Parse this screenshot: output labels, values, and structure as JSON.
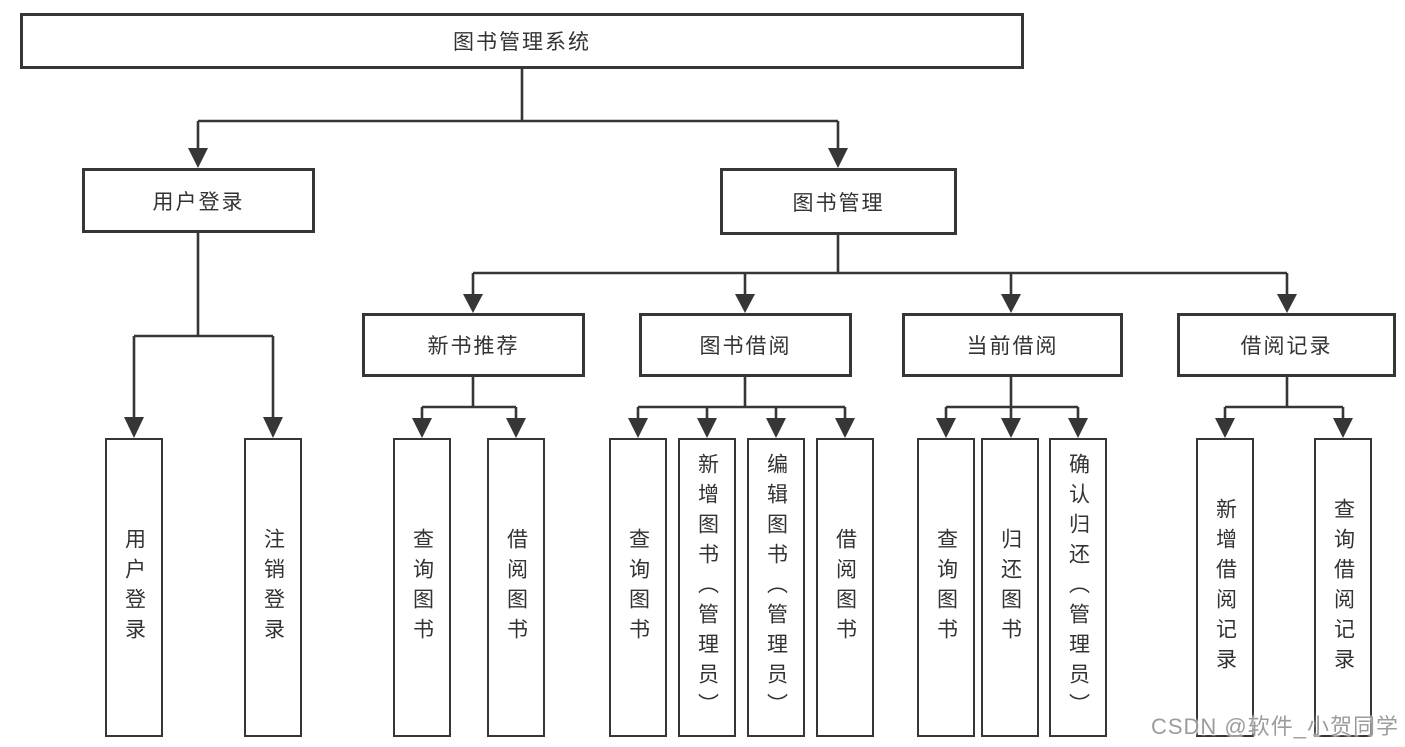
{
  "diagram": {
    "root": "图书管理系统",
    "branches": [
      {
        "label": "用户登录",
        "children": [
          {
            "label": "用户登录"
          },
          {
            "label": "注销登录"
          }
        ]
      },
      {
        "label": "图书管理",
        "children": [
          {
            "label": "新书推荐",
            "children": [
              {
                "label": "查询图书"
              },
              {
                "label": "借阅图书"
              }
            ]
          },
          {
            "label": "图书借阅",
            "children": [
              {
                "label": "查询图书"
              },
              {
                "label": "新增图书（管理员）"
              },
              {
                "label": "编辑图书（管理员）"
              },
              {
                "label": "借阅图书"
              }
            ]
          },
          {
            "label": "当前借阅",
            "children": [
              {
                "label": "查询图书"
              },
              {
                "label": "归还图书"
              },
              {
                "label": "确认归还（管理员）"
              }
            ]
          },
          {
            "label": "借阅记录",
            "children": [
              {
                "label": "新增借阅记录"
              },
              {
                "label": "查询借阅记录"
              }
            ]
          }
        ]
      }
    ]
  },
  "watermark": {
    "text": "CSDN @软件_小贺同学"
  },
  "colors": {
    "line": "#363636",
    "text": "#333333",
    "watermark": "#9c9c9c",
    "background": "#ffffff"
  }
}
